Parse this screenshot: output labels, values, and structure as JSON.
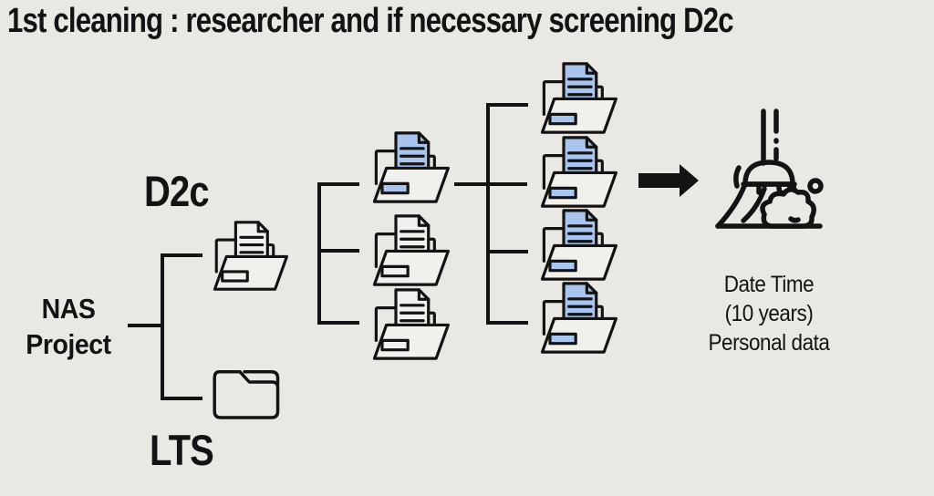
{
  "colors": {
    "background": "#e9e8e3",
    "ink": "#131313",
    "document_blue": "#a9c4ef",
    "paper_white": "#f1f0ec"
  },
  "title": "1st cleaning : researcher and if necessary screening D2c",
  "tree": {
    "root_label": [
      "NAS",
      "Project"
    ],
    "top_branch": {
      "label": "D2c",
      "folder_doc": "white"
    },
    "bottom_branch": {
      "label": "LTS",
      "folder": "closed-empty"
    },
    "level2_folders": [
      {
        "doc": "blue"
      },
      {
        "doc": "white"
      },
      {
        "doc": "white"
      }
    ],
    "level3_folders": [
      {
        "doc": "blue"
      },
      {
        "doc": "blue"
      },
      {
        "doc": "blue"
      },
      {
        "doc": "blue"
      }
    ]
  },
  "result": {
    "caption": [
      "Date Time",
      "(10 years)",
      "Personal data"
    ]
  }
}
